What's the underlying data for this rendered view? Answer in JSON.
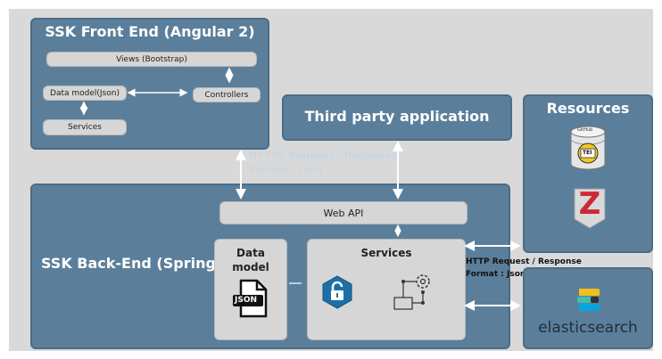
{
  "frontend": {
    "title": "SSK Front End (Angular 2)",
    "views": "Views (Bootstrap)",
    "data_model": "Data model(Json)",
    "controllers": "Controllers",
    "services": "Services"
  },
  "third_party": {
    "title": "Third party application"
  },
  "https_note": {
    "line1": "HTTPS Request / Response",
    "line2": "Format : Json"
  },
  "backend": {
    "title": "SSK Back-End (Spring)",
    "web_api": "Web API",
    "data_model_line1": "Data",
    "data_model_line2": "model",
    "json_icon_text": "JSON",
    "services": "Services"
  },
  "resources": {
    "title": "Resources",
    "db_label": "GitHub",
    "tei_label": "TEI",
    "zotero_letter": "Z"
  },
  "http_note": {
    "line1": "HTTP Request / Response",
    "line2": "Format : Json"
  },
  "elastic": {
    "label": "elasticsearch"
  },
  "colors": {
    "panel": "#5b7f9b",
    "box": "#d6d6d6",
    "note_text": "#c9d6e2",
    "zotero_red": "#cc2936"
  }
}
